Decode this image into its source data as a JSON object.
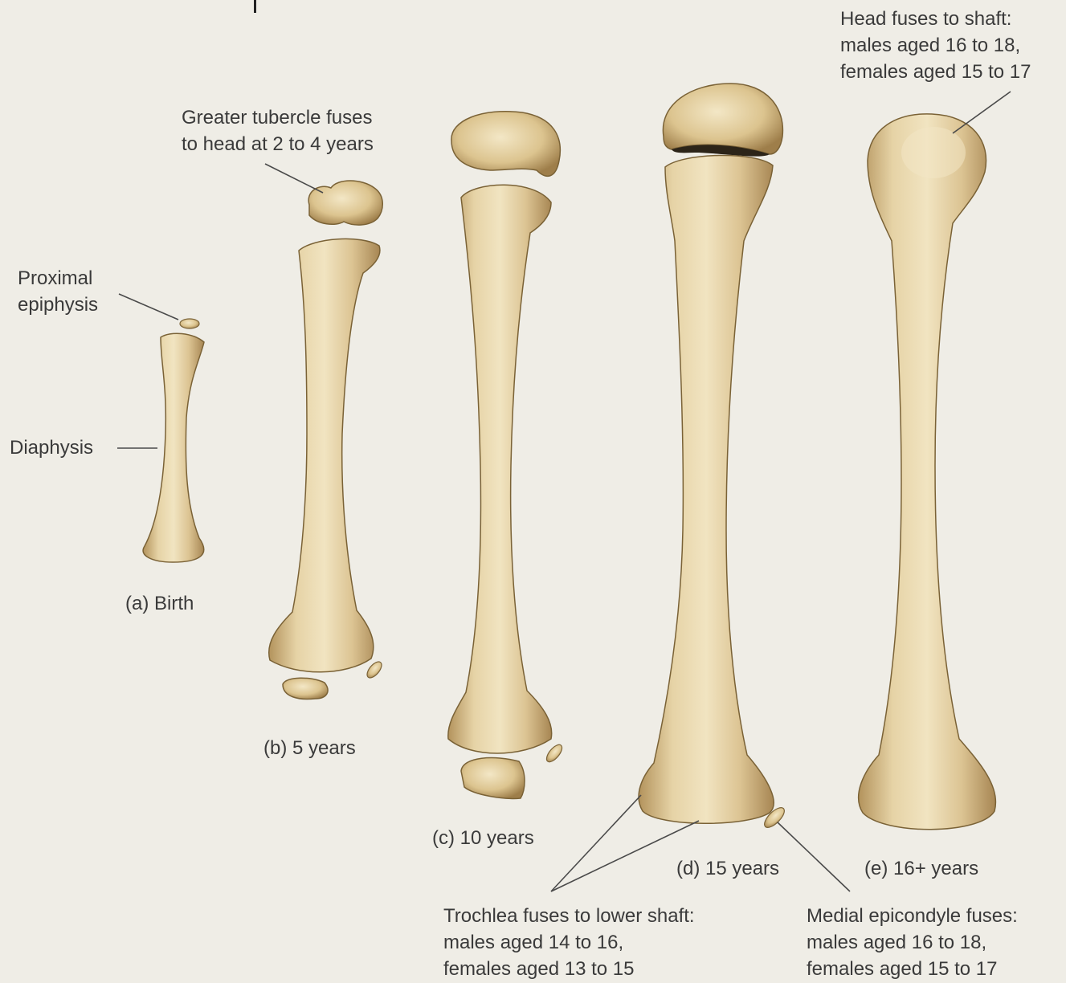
{
  "colors": {
    "background": "#efede6",
    "bone": "#e3cfa0",
    "bone_shade": "#b99a62",
    "bone_dark": "#7a6236",
    "leader": "#4a4a4a"
  },
  "labels": {
    "proximal_epiphysis": [
      "Proximal",
      "epiphysis"
    ],
    "diaphysis": "Diaphysis",
    "greater_tubercle": [
      "Greater tubercle fuses",
      "to head at 2 to 4 years"
    ],
    "head_fuses": [
      "Head fuses to shaft:",
      "males aged 16 to 18,",
      "females aged 15 to 17"
    ],
    "trochlea_fuses": [
      "Trochlea fuses to lower shaft:",
      "males aged 14 to 16,",
      "females aged 13 to 15"
    ],
    "medial_epicondyle": [
      "Medial epicondyle fuses:",
      "males aged 16 to 18,",
      "females aged 15 to 17"
    ]
  },
  "captions": {
    "a": "(a) Birth",
    "b": "(b) 5 years",
    "c": "(c) 10 years",
    "d": "(d) 15 years",
    "e": "(e) 16+ years"
  }
}
